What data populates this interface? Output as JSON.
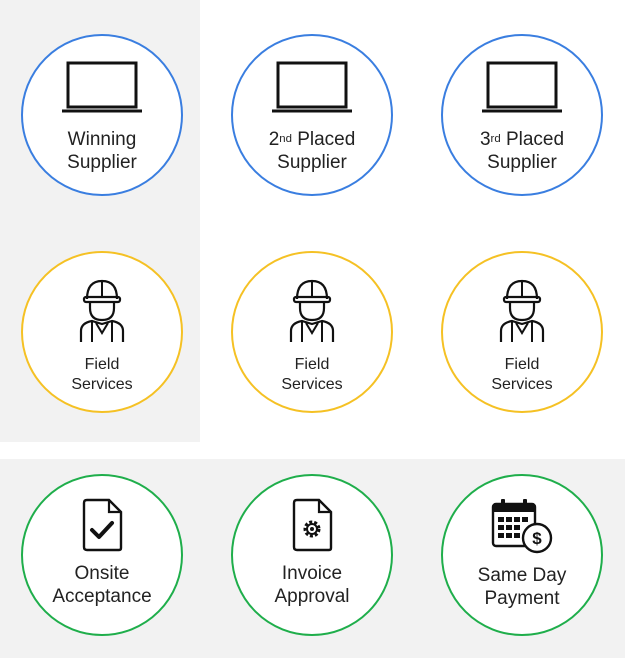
{
  "colors": {
    "supplier_ring": "#3a7ee0",
    "field_ring": "#f5c124",
    "process_ring": "#1fae4b",
    "panel_bg": "#f2f2f2",
    "icon": "#111111"
  },
  "suppliers": [
    {
      "icon": "laptop-icon",
      "line1": "Winning",
      "line2": "Supplier"
    },
    {
      "icon": "laptop-icon",
      "ordinal": "2",
      "suffix": "nd",
      "line1_rest": " Placed",
      "line2": "Supplier"
    },
    {
      "icon": "laptop-icon",
      "ordinal": "3",
      "suffix": "rd",
      "line1_rest": " Placed",
      "line2": "Supplier"
    }
  ],
  "field": [
    {
      "icon": "worker-icon",
      "line1": "Field",
      "line2": "Services"
    },
    {
      "icon": "worker-icon",
      "line1": "Field",
      "line2": "Services"
    },
    {
      "icon": "worker-icon",
      "line1": "Field",
      "line2": "Services"
    }
  ],
  "process": [
    {
      "icon": "document-check-icon",
      "line1": "Onsite",
      "line2": "Acceptance"
    },
    {
      "icon": "document-gear-icon",
      "line1": "Invoice",
      "line2": "Approval"
    },
    {
      "icon": "calendar-dollar-icon",
      "line1": "Same Day",
      "line2": "Payment"
    }
  ]
}
